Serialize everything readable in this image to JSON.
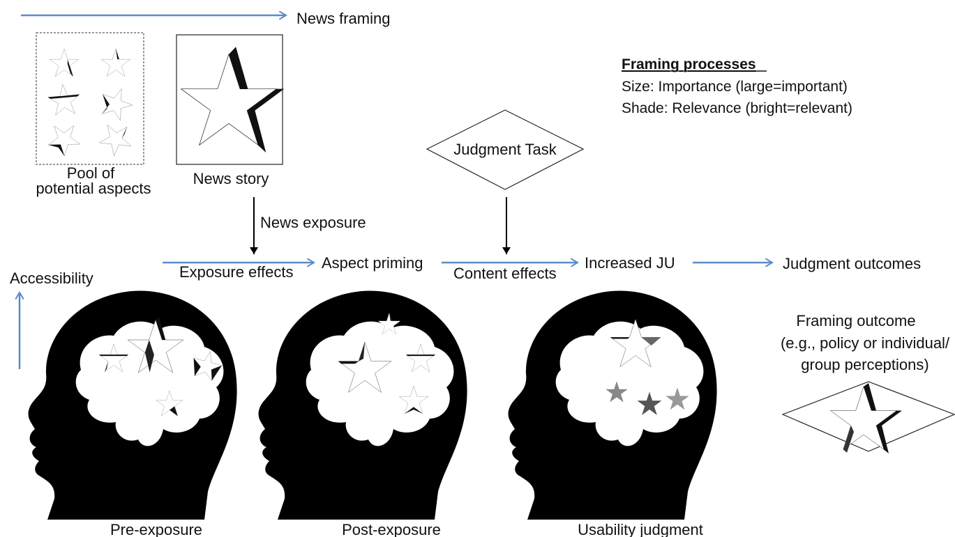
{
  "labels": {
    "news_framing": "News framing",
    "pool_line1": "Pool of",
    "pool_line2": "potential aspects",
    "news_story": "News story",
    "news_exposure": "News exposure",
    "judgment_task": "Judgment Task",
    "exposure_effects": "Exposure effects",
    "aspect_priming": "Aspect priming",
    "content_effects": "Content effects",
    "increased_ju": "Increased JU",
    "judgment_outcomes": "Judgment outcomes",
    "accessibility": "Accessibility",
    "pre_exposure": "Pre-exposure",
    "post_exposure": "Post-exposure",
    "usability_judgment": "Usability judgment"
  },
  "legend": {
    "title": "Framing processes",
    "size_line": "Size: Importance (large=important)",
    "shade_line": "Shade: Relevance (bright=relevant)"
  },
  "outcome": {
    "line1": "Framing outcome",
    "line2": "(e.g., policy or individual/",
    "line3": "group perceptions)"
  },
  "colors": {
    "arrow_blue": "#5b8bc9",
    "arrow_black": "#000000",
    "head_fill": "#000000",
    "brain_fill": "#ffffff"
  }
}
